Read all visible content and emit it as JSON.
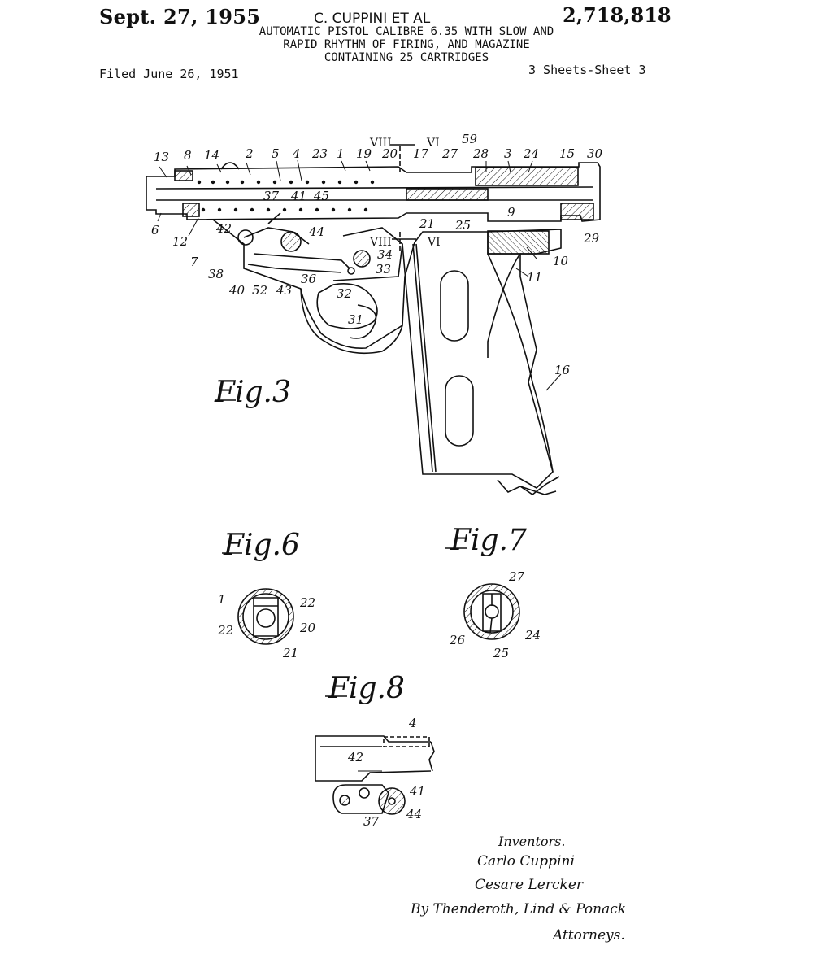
{
  "header": {
    "date": "Sept. 27, 1955",
    "inventor": "C. CUPPINI ET AL",
    "patent_number": "2,718,818",
    "title_lines": [
      "AUTOMATIC PISTOL CALIBRE 6.35 WITH SLOW AND",
      "RAPID RHYTHM OF FIRING, AND MAGAZINE",
      "CONTAINING 25 CARTRIDGES"
    ],
    "filed": "Filed June 26, 1951",
    "sheets": "3 Sheets-Sheet 3"
  },
  "figures": {
    "fig3": "Fig.3",
    "fig6": "Fig.6",
    "fig7": "Fig.7",
    "fig8": "Fig.8"
  },
  "fig3_labels": {
    "l13": "13",
    "l8": "8",
    "l14": "14",
    "l2": "2",
    "l5": "5",
    "l4": "4",
    "l23": "23",
    "l1": "1",
    "l19": "19",
    "l20": "20",
    "l17": "17",
    "l27": "27",
    "l28": "28",
    "l3": "3",
    "l24": "24",
    "l15": "15",
    "l30": "30",
    "l59": "59",
    "l8sec": "VIII",
    "l6sec": "VI",
    "l37": "37",
    "l41": "41",
    "l45": "45",
    "l21": "21",
    "l25": "25",
    "l9": "9",
    "l29": "29",
    "l6": "6",
    "l12": "12",
    "l42": "42",
    "l44": "44",
    "l8sec2": "VIII",
    "l6sec2": "VI",
    "l10": "10",
    "l7": "7",
    "l34": "34",
    "l33": "33",
    "l11": "11",
    "l38": "38",
    "l36": "36",
    "l40": "40",
    "l52": "52",
    "l43": "43",
    "l32": "32",
    "l31": "31",
    "l16": "16"
  },
  "fig6_labels": {
    "l1": "1",
    "l22a": "22",
    "l22b": "22",
    "l20": "20",
    "l21": "21"
  },
  "fig7_labels": {
    "l27": "27",
    "l26": "26",
    "l25": "25",
    "l24": "24"
  },
  "fig8_labels": {
    "l4": "4",
    "l42": "42",
    "l41": "41",
    "l37": "37",
    "l44": "44"
  },
  "signature": {
    "inventors": "Inventors.",
    "name1": "Carlo Cuppini",
    "name2": "Cesare Lercker",
    "by": "By Thenderoth, Lind & Ponack",
    "attorneys": "Attorneys."
  }
}
